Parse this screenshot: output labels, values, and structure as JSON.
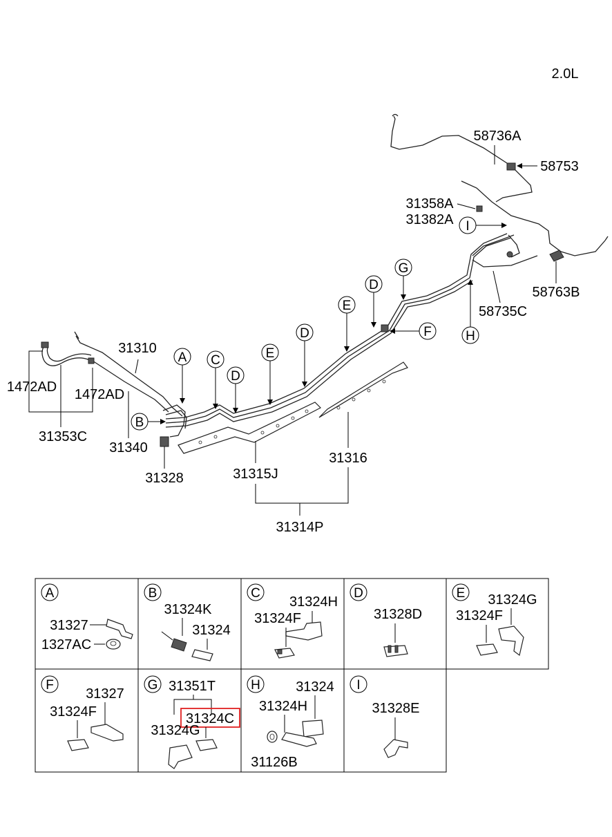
{
  "engine": "2.0L",
  "main_labels": {
    "p58736A": "58736A",
    "p58753": "58753",
    "p31358A": "31358A",
    "p31382A": "31382A",
    "p58763B": "58763B",
    "p58735C": "58735C",
    "p31310": "31310",
    "p1472AD_left": "1472AD",
    "p1472AD_right": "1472AD",
    "p31353C": "31353C",
    "p31340": "31340",
    "p31328": "31328",
    "p31315J": "31315J",
    "p31316": "31316",
    "p31314P": "31314P"
  },
  "callouts": {
    "A": "A",
    "B": "B",
    "C": "C",
    "D1": "D",
    "D2": "D",
    "D3": "D",
    "E1": "E",
    "E2": "E",
    "F": "F",
    "G": "G",
    "H": "H",
    "I": "I"
  },
  "legend": {
    "A": {
      "letter": "A",
      "parts": [
        "31327",
        "1327AC"
      ]
    },
    "B": {
      "letter": "B",
      "parts": [
        "31324K",
        "31324"
      ]
    },
    "C": {
      "letter": "C",
      "parts": [
        "31324H",
        "31324F"
      ]
    },
    "D": {
      "letter": "D",
      "parts": [
        "31328D"
      ]
    },
    "E": {
      "letter": "E",
      "parts": [
        "31324G",
        "31324F"
      ]
    },
    "F": {
      "letter": "F",
      "parts": [
        "31327",
        "31324F"
      ]
    },
    "G": {
      "letter": "G",
      "parts": [
        "31351T",
        "31324C",
        "31324G"
      ]
    },
    "H": {
      "letter": "H",
      "parts": [
        "31324",
        "31324H",
        "31126B"
      ]
    },
    "I": {
      "letter": "I",
      "parts": [
        "31328E"
      ]
    }
  },
  "highlight": {
    "part": "31324C",
    "color": "#e02020"
  }
}
